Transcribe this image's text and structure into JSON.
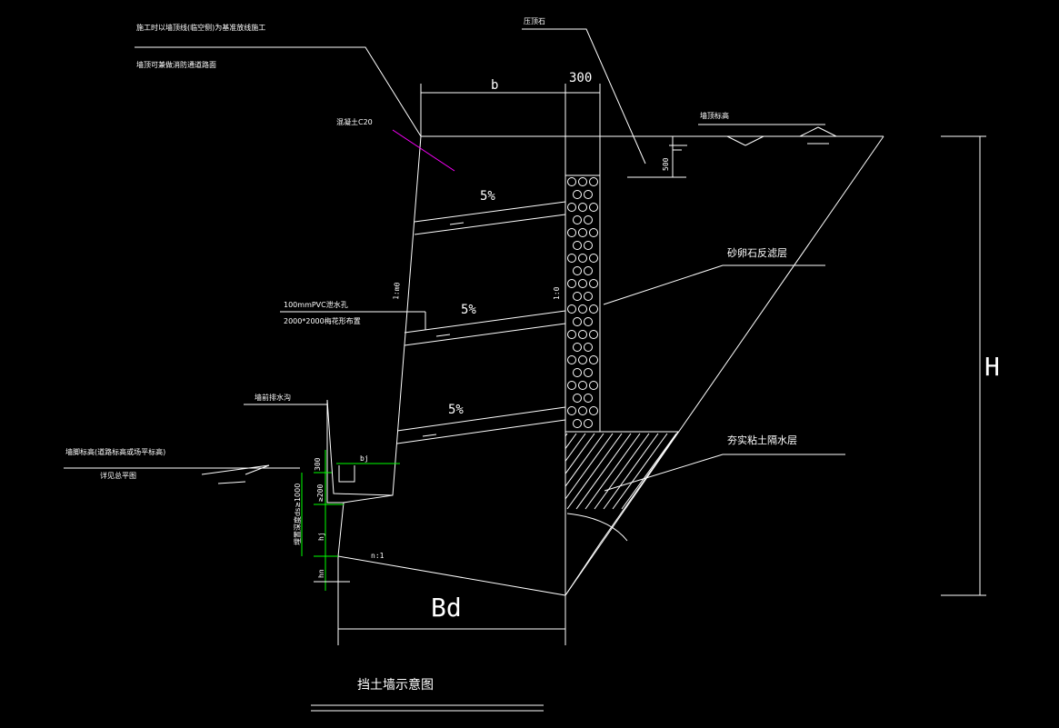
{
  "labels": {
    "note1": "施工时以墙顶线(临空侧)为基准放线施工",
    "note2": "墙顶可兼做消防通道路面",
    "concrete": "混凝土C20",
    "cap_label": "压顶石",
    "top_elev": "墙顶标高",
    "filter_layer": "砂卵石反滤层",
    "clay_layer": "夯实粘土隔水层",
    "pipe1": "100mmPVC泄水孔",
    "pipe2": "2000*2000梅花形布置",
    "drain_ditch": "墙前排水沟",
    "toe_elev": "墙脚标高(道路标高或场平标高)",
    "see_plan": "详见总平图",
    "embed_depth": "埋置深度ds≥1000",
    "title": "挡土墙示意图"
  },
  "dims": {
    "b": "b",
    "d300_top": "300",
    "d500": "500",
    "slope_face": "1:m0",
    "slope_back": "1:0",
    "pct1": "5%",
    "pct2": "5%",
    "pct3": "5%",
    "d300_ditch": "300",
    "bj": "bj",
    "d200": "≥200",
    "hj": "hj",
    "hn": "hn",
    "n1": "n:1",
    "Bd": "Bd",
    "H": "H"
  }
}
